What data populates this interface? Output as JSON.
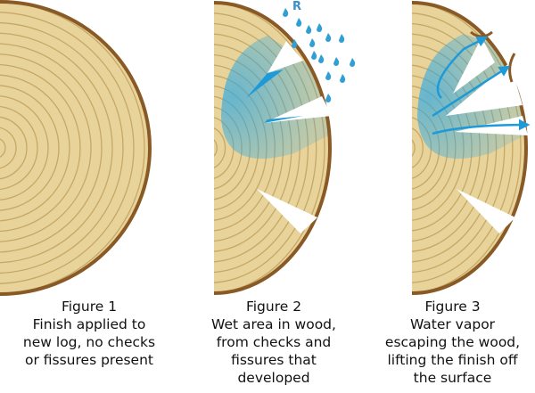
{
  "figures": [
    {
      "title": "Figure 1",
      "lines": [
        "Finish applied to",
        "new log, no checks",
        "or fissures present"
      ]
    },
    {
      "title": "Figure 2",
      "lines": [
        "Wet area in wood,",
        "from checks and",
        "fissures that",
        "developed"
      ]
    },
    {
      "title": "Figure 3",
      "lines": [
        "Water vapor",
        "escaping the wood,",
        "lifting the finish off",
        "the surface"
      ]
    }
  ],
  "rain_label": "R",
  "colors": {
    "wood": "#e8d39a",
    "ring": "#b99a55",
    "bark": "#8a5a26",
    "water": "#2aa8e6"
  }
}
